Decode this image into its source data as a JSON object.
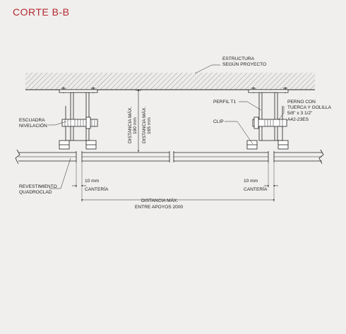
{
  "title": "CORTE B-B",
  "labels": {
    "estructura_1": "ESTRUCTURA",
    "estructura_2": "SEGÚN PROYECTO",
    "escuadra_1": "ESCUADRA",
    "escuadra_2": "NIVELACIÓN",
    "distancia_vertical_1": "DISTANCIA MÁX.",
    "distancia_vertical_2": "190 mm",
    "distancia_vertical_3": "DISTANCIA MÁX.",
    "distancia_vertical_4": "165 mm",
    "perfil": "PERFIL T1",
    "perno_1": "PERNO CON",
    "perno_2": "TUERCA Y GOLILLA",
    "perno_3": "5/8\" x 3 1/2\"",
    "perno_4": "A42-23ES",
    "clip": "CLIP",
    "revestimiento_1": "REVESTIMIENTO",
    "revestimiento_2": "QUADROCLAD",
    "canteria_left_1": "10 mm",
    "canteria_left_2": "CANTERÍA",
    "canteria_right_1": "10 mm",
    "canteria_right_2": "CANTERÍA",
    "distancia_apoyos_1": "DISTANCIA MÁX.",
    "distancia_apoyos_2": "ENTRE APOYOS 2000"
  },
  "colors": {
    "background": "#f0efed",
    "title": "#b3272d",
    "line": "#2a2a2a",
    "hatch": "#555555"
  }
}
